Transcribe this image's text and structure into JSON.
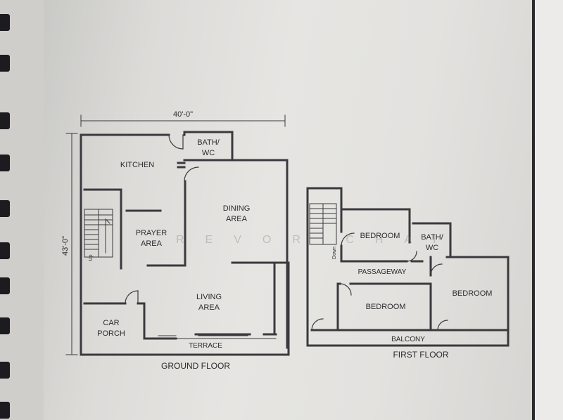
{
  "ground_floor": {
    "caption": "GROUND FLOOR",
    "width_dim": "40'-0\"",
    "depth_dim": "43'-0\"",
    "rooms": {
      "kitchen": "KITCHEN",
      "bath_line1": "BATH/",
      "bath_line2": "WC",
      "dining_line1": "DINING",
      "dining_line2": "AREA",
      "prayer_line1": "PRAYER",
      "prayer_line2": "AREA",
      "living_line1": "LIVING",
      "living_line2": "AREA",
      "car_line1": "CAR",
      "car_line2": "PORCH",
      "terrace": "TERRACE"
    },
    "stair_label": "Up"
  },
  "first_floor": {
    "caption": "FIRST FLOOR",
    "rooms": {
      "bedroom_1": "BEDROOM",
      "bath_line1": "BATH/",
      "bath_line2": "WC",
      "passageway": "PASSAGEWAY",
      "bedroom_2": "BEDROOM",
      "bedroom_3": "BEDROOM",
      "balcony": "BALCONY"
    },
    "stair_label": "Down"
  },
  "watermark": "REVOR CHAI",
  "colors": {
    "ink": "#2b2b2e",
    "paper": "#e4e3e0",
    "wall": "#3a3a3e"
  }
}
